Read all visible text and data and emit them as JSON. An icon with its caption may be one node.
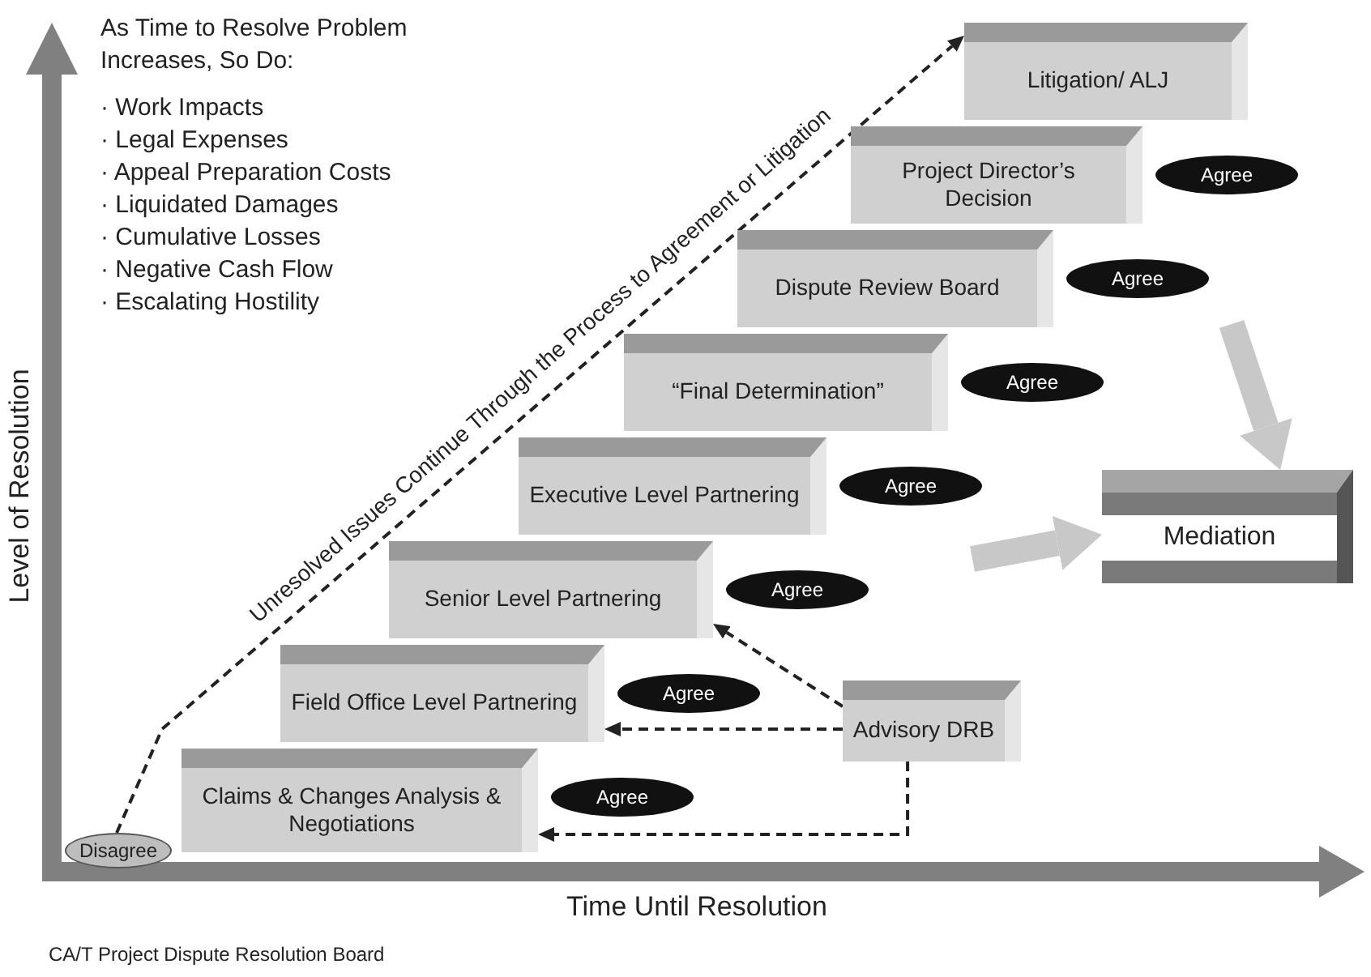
{
  "diagram": {
    "caption": "CA/T Project Dispute Resolution Board",
    "nodes": [
      {
        "text": [
          "Disagree"
        ]
      },
      {
        "text": [
          "Claims & Changes Analysis & Negotiations"
        ]
      },
      {
        "text": [
          "Field Office Level Partnering"
        ]
      },
      {
        "text": [
          "Senior Level Partnering"
        ]
      },
      {
        "text": [
          "Executive Level Partnering"
        ]
      },
      {
        "text": [
          "“Final Determination”"
        ]
      },
      {
        "text": [
          "Dispute Review Board"
        ]
      },
      {
        "text": [
          "Project Director’s Decision"
        ]
      },
      {
        "text": [
          "Litigation/ ALJ"
        ]
      },
      {
        "text": [
          "Advisory DRB"
        ]
      },
      {
        "text": [
          "Mediation"
        ]
      },
      {
        "text": [
          "Agree"
        ]
      },
      {
        "text": [
          "Agree"
        ]
      },
      {
        "text": [
          "Agree"
        ]
      },
      {
        "text": [
          "Agree"
        ]
      },
      {
        "text": [
          "Agree"
        ]
      },
      {
        "text": [
          "Agree"
        ]
      },
      {
        "text": [
          "Agree"
        ]
      }
    ],
    "edges": [
      {
        "from": 0,
        "to": 8,
        "arrow": "to",
        "style": "dashed",
        "label": "Unresolved Issues Continue Through the Process to Agreement or Litigation"
      },
      {
        "from": 9,
        "to": 3,
        "arrow": "to",
        "style": "dashed"
      },
      {
        "from": 9,
        "to": 2,
        "arrow": "to",
        "style": "dashed"
      },
      {
        "from": 9,
        "to": 1,
        "arrow": "to",
        "style": "dashed"
      },
      {
        "from": null,
        "to": 10,
        "arrow": "to",
        "style": "thick",
        "color": "#c8c8c8"
      },
      {
        "from": null,
        "to": 10,
        "arrow": "to",
        "style": "thick",
        "color": "#c8c8c8"
      }
    ],
    "labels": [
      "As Time to Resolve Problem Increases, So Do:",
      "· Work Impacts",
      "· Legal Expenses",
      "· Appeal Preparation Costs",
      "· Liquidated Damages",
      "· Cumulative Losses",
      "· Negative Cash Flow",
      "· Escalating Hostility",
      "Level of Resolution",
      "Time Until Resolution"
    ]
  }
}
